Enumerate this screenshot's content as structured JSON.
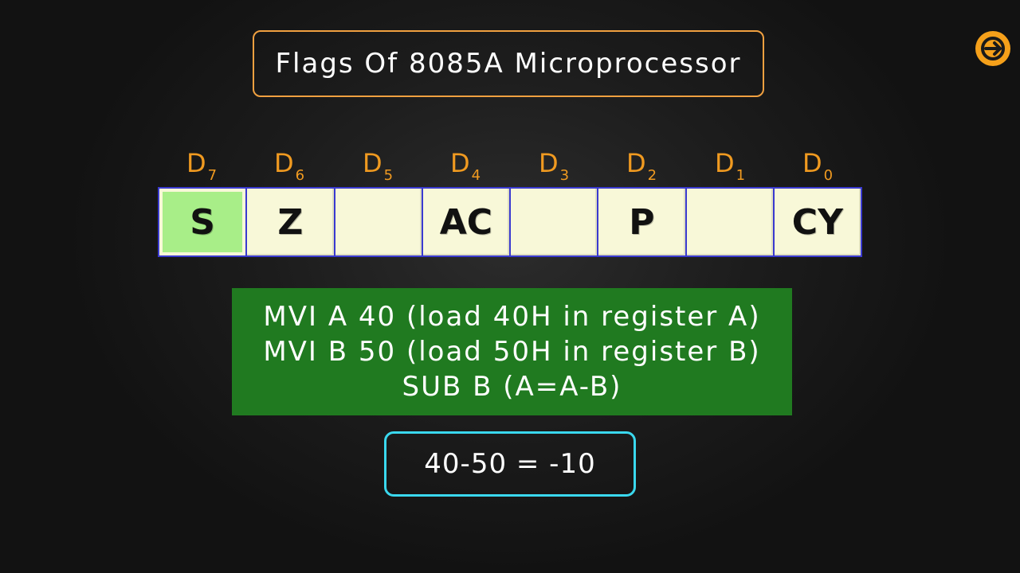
{
  "title": "Flags Of 8085A Microprocessor",
  "bit_labels": [
    {
      "letter": "D",
      "index": "7"
    },
    {
      "letter": "D",
      "index": "6"
    },
    {
      "letter": "D",
      "index": "5"
    },
    {
      "letter": "D",
      "index": "4"
    },
    {
      "letter": "D",
      "index": "3"
    },
    {
      "letter": "D",
      "index": "2"
    },
    {
      "letter": "D",
      "index": "1"
    },
    {
      "letter": "D",
      "index": "0"
    }
  ],
  "flags": [
    {
      "label": "S",
      "highlighted": true
    },
    {
      "label": "Z",
      "highlighted": false
    },
    {
      "label": "",
      "highlighted": false
    },
    {
      "label": "AC",
      "highlighted": false
    },
    {
      "label": "",
      "highlighted": false
    },
    {
      "label": "P",
      "highlighted": false
    },
    {
      "label": "",
      "highlighted": false
    },
    {
      "label": "CY",
      "highlighted": false
    }
  ],
  "code_lines": [
    "MVI A 40 (load 40H in register A)",
    "MVI B 50 (load 50H in register B)",
    "SUB B (A=A-B)"
  ],
  "result": "40-50 = -10",
  "nav_icon": "arrow-right-circle-icon",
  "colors": {
    "title_border": "#f0a040",
    "bit_label": "#f09a20",
    "register_bg": "#f8f8d8",
    "register_border": "#3a3ad0",
    "highlight": "#a8ee88",
    "code_bg": "#207a20",
    "result_border": "#3ad8ee",
    "icon": "#f5a01a"
  }
}
